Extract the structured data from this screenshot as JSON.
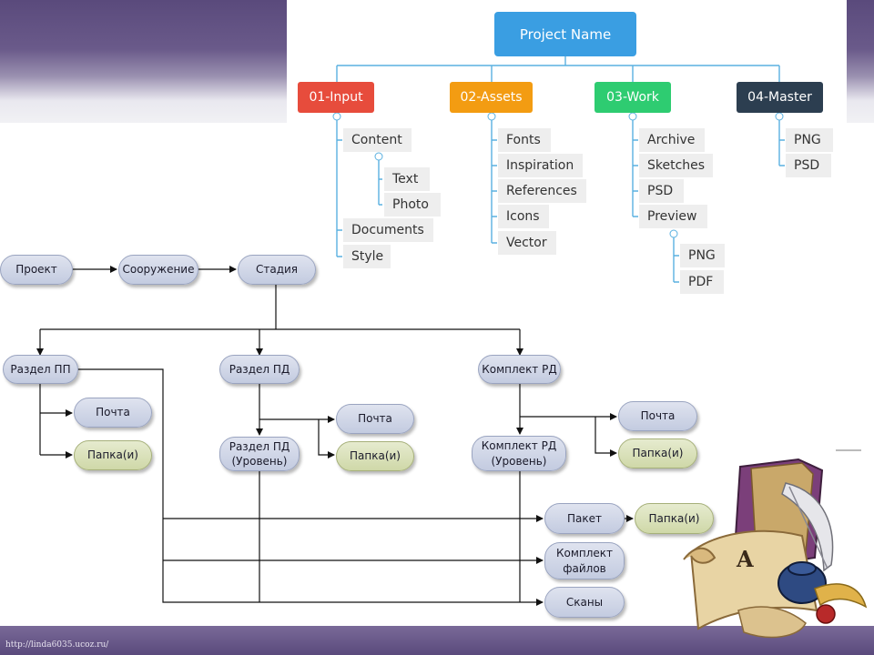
{
  "footer": {
    "url": "http://linda6035.ucoz.ru/"
  },
  "mindmap": {
    "root": "Project Name",
    "root_color": "#3a9ee2",
    "branches": [
      {
        "label": "01-Input",
        "color": "#e74c3c",
        "items": [
          "Content",
          "Documents",
          "Style"
        ],
        "subitems": [
          "Text",
          "Photo"
        ]
      },
      {
        "label": "02-Assets",
        "color": "#f39c12",
        "items": [
          "Fonts",
          "Inspiration",
          "References",
          "Icons",
          "Vector"
        ]
      },
      {
        "label": "03-Work",
        "color": "#2ecc71",
        "items": [
          "Archive",
          "Sketches",
          "PSD",
          "Preview"
        ],
        "subitems": [
          "PNG",
          "PDF"
        ]
      },
      {
        "label": "04-Master",
        "color": "#2c3e50",
        "items": [
          "PNG",
          "PSD"
        ]
      }
    ]
  },
  "flow": {
    "top": [
      "Проект",
      "Сооружение",
      "Стадия"
    ],
    "razdel_pp": "Раздел ПП",
    "razdel_pd": "Раздел ПД",
    "komplekt_rd": "Комплект РД",
    "pochta": "Почта",
    "papka": "Папка(и)",
    "razdel_pd_uroven": [
      "Раздел ПД",
      "(Уровень)"
    ],
    "komplekt_rd_uroven": [
      "Комплект РД",
      "(Уровень)"
    ],
    "paket": "Пакет",
    "komplekt_failov": [
      "Комплект",
      "файлов"
    ],
    "skany": "Сканы"
  }
}
